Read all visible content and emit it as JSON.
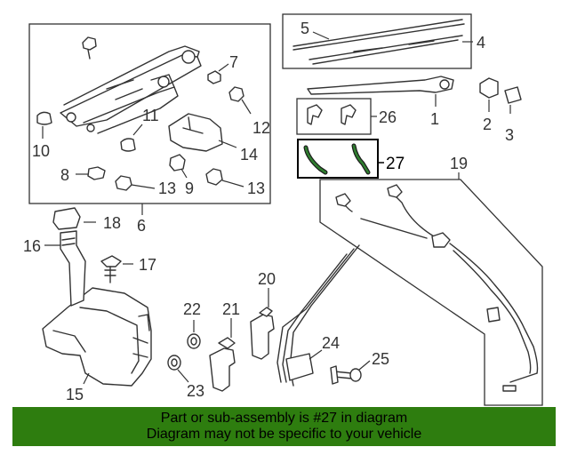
{
  "callouts": {
    "c1": "1",
    "c2": "2",
    "c3": "3",
    "c4": "4",
    "c5": "5",
    "c6": "6",
    "c7": "7",
    "c8": "8",
    "c9": "9",
    "c10": "10",
    "c11": "11",
    "c12": "12",
    "c13a": "13",
    "c13b": "13",
    "c14": "14",
    "c15": "15",
    "c16": "16",
    "c17": "17",
    "c18": "18",
    "c19": "19",
    "c20": "20",
    "c21": "21",
    "c22": "22",
    "c23": "23",
    "c24": "24",
    "c25": "25",
    "c26": "26",
    "c27": "27"
  },
  "highlight_part": "27",
  "banner": {
    "line1": "Part or sub-assembly is #27 in diagram",
    "line2": "Diagram may not be specific to your vehicle",
    "color": "#2e7d0f"
  }
}
